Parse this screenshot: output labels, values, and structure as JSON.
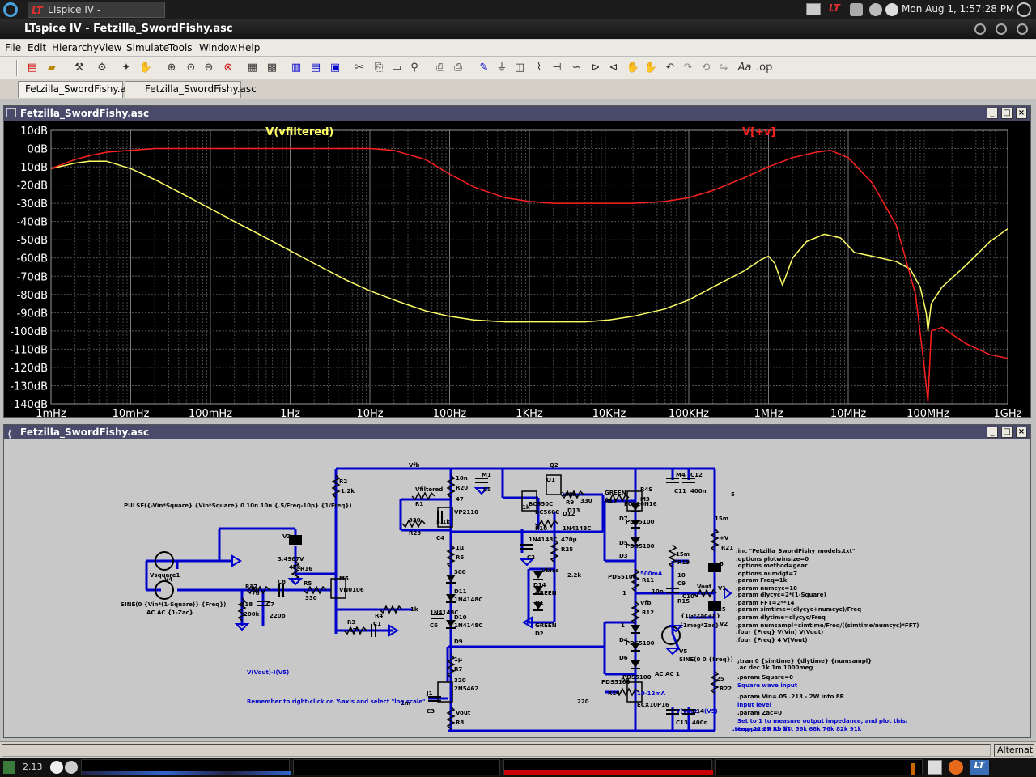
{
  "system": {
    "task_title": "LTspice IV - Fetzilla_Sw...",
    "clock": "Mon Aug  1,  1:57:28 PM",
    "load": "2.13"
  },
  "app": {
    "title": "LTspice IV - Fetzilla_SwordFishy.asc"
  },
  "menu": [
    "File",
    "Edit",
    "Hierarchy",
    "View",
    "Simulate",
    "Tools",
    "Window",
    "Help"
  ],
  "tabs": [
    "Fetzilla_SwordFishy.asc",
    "Fetzilla_SwordFishy.asc"
  ],
  "plot_window": {
    "title": "Fetzilla_SwordFishy.asc"
  },
  "schematic_window": {
    "title": "Fetzilla_SwordFishy.asc"
  },
  "status": {
    "right": "Alternat"
  },
  "colors": {
    "trace1": "#ffff66",
    "trace2": "#ff2020",
    "plot_bg": "#000000",
    "schematic_bg": "#c8c8c8",
    "wire": "#0000cc"
  },
  "chart_data": {
    "type": "line",
    "xscale": "log",
    "xlim": [
      0.001,
      1000000000
    ],
    "ylim": [
      -140,
      10
    ],
    "ylabel_unit": "dB",
    "yticks": [
      "10dB",
      "0dB",
      "-10dB",
      "-20dB",
      "-30dB",
      "-40dB",
      "-50dB",
      "-60dB",
      "-70dB",
      "-80dB",
      "-90dB",
      "-100dB",
      "-110dB",
      "-120dB",
      "-130dB",
      "-140dB"
    ],
    "xticks": [
      "1mHz",
      "10mHz",
      "100mHz",
      "1Hz",
      "10Hz",
      "100Hz",
      "1KHz",
      "10KHz",
      "100KHz",
      "1MHz",
      "10MHz",
      "100MHz",
      "1GHz"
    ],
    "series": [
      {
        "name": "V(vfiltered)",
        "color": "#ffff66",
        "x": [
          0.001,
          0.002,
          0.003,
          0.005,
          0.01,
          0.02,
          0.05,
          0.1,
          0.2,
          0.5,
          1,
          2,
          5,
          10,
          20,
          50,
          100,
          200,
          500,
          1000,
          2000,
          5000,
          10000,
          20000,
          50000,
          100000,
          200000,
          500000,
          800000,
          1000000,
          1200000,
          1500000,
          2000000,
          3000000,
          5000000,
          8000000,
          12000000,
          20000000,
          40000000,
          60000000,
          80000000,
          95000000,
          100000000,
          110000000,
          150000000,
          300000000,
          600000000,
          1000000000
        ],
        "y": [
          -11,
          -8,
          -7,
          -7,
          -11,
          -17,
          -26,
          -33,
          -40,
          -49,
          -56,
          -63,
          -72,
          -78,
          -83,
          -89,
          -92,
          -94,
          -95,
          -95,
          -95,
          -95,
          -94,
          -92,
          -88,
          -83,
          -76,
          -67,
          -61,
          -59,
          -63,
          -75,
          -60,
          -51,
          -47,
          -49,
          -57,
          -59,
          -62,
          -66,
          -76,
          -90,
          -100,
          -85,
          -76,
          -64,
          -51,
          -44
        ]
      },
      {
        "name": "V[+v]",
        "color": "#ff2020",
        "x": [
          0.001,
          0.002,
          0.003,
          0.005,
          0.01,
          0.02,
          0.05,
          0.1,
          0.3,
          1,
          3,
          10,
          20,
          50,
          100,
          200,
          500,
          1000,
          2000,
          5000,
          10000,
          20000,
          50000,
          100000,
          200000,
          500000,
          1000000,
          2000000,
          4000000,
          6000000,
          10000000,
          20000000,
          40000000,
          70000000,
          90000000,
          100000000,
          110000000,
          150000000,
          300000000,
          600000000,
          1000000000
        ],
        "y": [
          -11,
          -6,
          -4,
          -2,
          -1,
          0,
          0,
          0,
          0,
          0,
          0,
          0,
          -1,
          -6,
          -14,
          -21,
          -27,
          -29,
          -30,
          -30,
          -30,
          -30,
          -29,
          -27,
          -23,
          -16,
          -10,
          -5,
          -2,
          -1,
          -5,
          -19,
          -42,
          -80,
          -120,
          -139,
          -100,
          -98,
          -107,
          -113,
          -115
        ]
      }
    ]
  },
  "schematic": {
    "labels": [
      {
        "t": "PULSE({-Vin*Square} {Vin*Square} 0 10n 10n {.5/Freq-10p} {1/Freq})",
        "c": "k"
      },
      {
        "t": "Vsquare1",
        "c": "k"
      },
      {
        "t": "V4",
        "c": "k"
      },
      {
        "t": "SINE(0 {Vin*(1-Square)} {Freq})",
        "c": "k"
      },
      {
        "t": "AC AC {1-Zac}",
        "c": "k"
      },
      {
        "t": "V3",
        "c": "k"
      },
      {
        "t": "3.4967V",
        "c": "k"
      },
      {
        "t": "R16",
        "c": "k"
      },
      {
        "t": "47k",
        "c": "k"
      },
      {
        "t": "Vin",
        "c": "k"
      },
      {
        "t": "R17",
        "c": "k"
      },
      {
        "t": "75",
        "c": "k"
      },
      {
        "t": "R18",
        "c": "k"
      },
      {
        "t": "200k",
        "c": "k"
      },
      {
        "t": "C8",
        "c": "k"
      },
      {
        "t": "1",
        "c": "k"
      },
      {
        "t": "C7",
        "c": "k"
      },
      {
        "t": "220p",
        "c": "k"
      },
      {
        "t": "R5",
        "c": "k"
      },
      {
        "t": "330",
        "c": "k"
      },
      {
        "t": "M5",
        "c": "k"
      },
      {
        "t": "VN0106",
        "c": "k"
      },
      {
        "t": "R2",
        "c": "k"
      },
      {
        "t": "1.2k",
        "c": "k"
      },
      {
        "t": "R3",
        "c": "k"
      },
      {
        "t": "47",
        "c": "k"
      },
      {
        "t": "C1",
        "c": "k"
      },
      {
        "t": "R4",
        "c": "k"
      },
      {
        "t": "1k",
        "c": "k"
      },
      {
        "t": "Vfb",
        "c": "k"
      },
      {
        "t": "Vfiltered",
        "c": "k"
      },
      {
        "t": "R1",
        "c": "k"
      },
      {
        "t": "330",
        "c": "k"
      },
      {
        "t": "R23",
        "c": "k"
      },
      {
        "t": "5.1k",
        "c": "k"
      },
      {
        "t": "C4",
        "c": "k"
      },
      {
        "t": "10n",
        "c": "k"
      },
      {
        "t": "R20",
        "c": "k"
      },
      {
        "t": "47",
        "c": "k"
      },
      {
        "t": "VP2110",
        "c": "k"
      },
      {
        "t": "M1",
        "c": "k"
      },
      {
        "t": "C5",
        "c": "k"
      },
      {
        "t": "1µ",
        "c": "k"
      },
      {
        "t": "R6",
        "c": "k"
      },
      {
        "t": "300",
        "c": "k"
      },
      {
        "t": "D11",
        "c": "k"
      },
      {
        "t": "1N4148C",
        "c": "k"
      },
      {
        "t": "D10",
        "c": "k"
      },
      {
        "t": "1N4148C",
        "c": "k"
      },
      {
        "t": "D9",
        "c": "k"
      },
      {
        "t": "1N4148C",
        "c": "k"
      },
      {
        "t": "C6",
        "c": "k"
      },
      {
        "t": "1µ",
        "c": "k"
      },
      {
        "t": "R7",
        "c": "k"
      },
      {
        "t": "320",
        "c": "k"
      },
      {
        "t": "2N5462",
        "c": "k"
      },
      {
        "t": "J1",
        "c": "k"
      },
      {
        "t": "C3",
        "c": "k"
      },
      {
        "t": "1m",
        "c": "k"
      },
      {
        "t": "Vout",
        "c": "k"
      },
      {
        "t": "R8",
        "c": "k"
      },
      {
        "t": "1k",
        "c": "k"
      },
      {
        "t": "BC550C",
        "c": "k"
      },
      {
        "t": "Q1",
        "c": "k"
      },
      {
        "t": "Q2",
        "c": "k"
      },
      {
        "t": "BC560C",
        "c": "k"
      },
      {
        "t": "R10",
        "c": "k"
      },
      {
        "t": "100k",
        "c": "k"
      },
      {
        "t": "R9",
        "c": "k"
      },
      {
        "t": "330",
        "c": "k"
      },
      {
        "t": "D12",
        "c": "k"
      },
      {
        "t": "D13",
        "c": "k"
      },
      {
        "t": "1N4148C",
        "c": "k"
      },
      {
        "t": "1N4148C",
        "c": "k"
      },
      {
        "t": "C2",
        "c": "k"
      },
      {
        "t": "470µ",
        "c": "k"
      },
      {
        "t": "R25",
        "c": "k"
      },
      {
        "t": "2.2k",
        "c": "k"
      },
      {
        "t": "Vbias",
        "c": "k"
      },
      {
        "t": "D14",
        "c": "k"
      },
      {
        "t": "GREEN",
        "c": "k"
      },
      {
        "t": "D1",
        "c": "k"
      },
      {
        "t": "GREEN",
        "c": "k"
      },
      {
        "t": "D2",
        "c": "k"
      },
      {
        "t": "GREEN",
        "c": "k"
      },
      {
        "t": "R13",
        "c": "k"
      },
      {
        "t": "R4S",
        "c": "k"
      },
      {
        "t": "M3",
        "c": "k"
      },
      {
        "t": "ECX10N16",
        "c": "k"
      },
      {
        "t": "D7",
        "c": "k"
      },
      {
        "t": "PDS5100",
        "c": "k"
      },
      {
        "t": "D5",
        "c": "k"
      },
      {
        "t": "PDS5100",
        "c": "k"
      },
      {
        "t": "D3",
        "c": "k"
      },
      {
        "t": "PDS5100",
        "c": "k"
      },
      {
        "t": "500mA",
        "c": "b"
      },
      {
        "t": "R11",
        "c": "k"
      },
      {
        "t": "1",
        "c": "k"
      },
      {
        "t": "Vfb",
        "c": "k"
      },
      {
        "t": "R12",
        "c": "k"
      },
      {
        "t": "1",
        "c": "k"
      },
      {
        "t": "D4",
        "c": "k"
      },
      {
        "t": "PDS5100",
        "c": "k"
      },
      {
        "t": "D6",
        "c": "k"
      },
      {
        "t": "PDS5100",
        "c": "k"
      },
      {
        "t": "D8",
        "c": "k"
      },
      {
        "t": "PDS5100",
        "c": "k"
      },
      {
        "t": "R14",
        "c": "k"
      },
      {
        "t": "220",
        "c": "k"
      },
      {
        "t": "10-12mA",
        "c": "b"
      },
      {
        "t": "ECX10P16",
        "c": "k"
      },
      {
        "t": "M4",
        "c": "k"
      },
      {
        "t": "C12",
        "c": "k"
      },
      {
        "t": "C11",
        "c": "k"
      },
      {
        "t": "400n",
        "c": "k"
      },
      {
        "t": "15m",
        "c": "k"
      },
      {
        "t": "R19",
        "c": "k"
      },
      {
        "t": "10",
        "c": "k"
      },
      {
        "t": "C9",
        "c": "k"
      },
      {
        "t": "10n",
        "c": "k"
      },
      {
        "t": "Vout",
        "c": "k"
      },
      {
        "t": "R15",
        "c": "k"
      },
      {
        "t": "C10",
        "c": "k"
      },
      {
        "t": "{1G*Zac+8}",
        "c": "k"
      },
      {
        "t": "{1meg*Zac}",
        "c": "k"
      },
      {
        "t": "V5",
        "c": "k"
      },
      {
        "t": "SINE(0 0 {Freq})",
        "c": "k"
      },
      {
        "t": "AC AC 1",
        "c": "k"
      },
      {
        "t": "V(vout)-I(V5)",
        "c": "b"
      },
      {
        "t": "C14",
        "c": "k"
      },
      {
        "t": "C13",
        "c": "k"
      },
      {
        "t": "400n",
        "c": "k"
      },
      {
        "t": "15m",
        "c": "k"
      },
      {
        "t": "+V",
        "c": "k"
      },
      {
        "t": "R21",
        "c": "k"
      },
      {
        "t": "5",
        "c": "k"
      },
      {
        "t": "V1",
        "c": "k"
      },
      {
        "t": "25",
        "c": "k"
      },
      {
        "t": "V2",
        "c": "k"
      },
      {
        "t": "25",
        "c": "k"
      },
      {
        "t": "R22",
        "c": "k"
      },
      {
        "t": "5",
        "c": "k"
      },
      {
        "t": ".inc \"Fetzilla_SwordFishy_models.txt\"",
        "c": "k"
      },
      {
        "t": ".options plotwinsize=0",
        "c": "k"
      },
      {
        "t": ".options method=gear",
        "c": "k"
      },
      {
        "t": ".options numdgt=7",
        "c": "k"
      },
      {
        "t": ".param Freq=1k",
        "c": "k"
      },
      {
        "t": ".param numcyc=10",
        "c": "k"
      },
      {
        "t": ".param dlycyc=2*(1-Square)",
        "c": "k"
      },
      {
        "t": ".param FFT=2**14",
        "c": "k"
      },
      {
        "t": ".param simtime=(dlycyc+numcyc)/Freq",
        "c": "k"
      },
      {
        "t": ".param dlytime=dlycyc/Freq",
        "c": "k"
      },
      {
        "t": ".param numsampl=simtime/Freq/((simtime/numcyc)*FFT)",
        "c": "k"
      },
      {
        "t": ".four {Freq} V(Vin) V(Vout)",
        "c": "k"
      },
      {
        "t": ".four {Freq} 4 V(Vout)",
        "c": "k"
      },
      {
        "t": ";tran 0 {simtime} {dlytime} {numsampl}",
        "c": "k"
      },
      {
        "t": ".ac dec 1k 1m 1000meg",
        "c": "k"
      },
      {
        "t": ".param Square=0",
        "c": "k"
      },
      {
        "t": "Square wave input",
        "c": "b"
      },
      {
        "t": ".param Vin=.05    .213 - 2W into 8R",
        "c": "k"
      },
      {
        "t": "input level",
        "c": "b"
      },
      {
        "t": ".param Zac=0",
        "c": "k"
      },
      {
        "t": "Set to 1 to measure output impedance, and plot this:",
        "c": "b"
      },
      {
        "t": "V(Vout)-I(V5)",
        "c": "b"
      },
      {
        "t": "Remember to right-click on Y-axis and select \"log scale\"",
        "c": "b"
      },
      {
        "t": ".temp 22 27 32 37",
        "c": "b"
      },
      {
        "t": ".step param  Rb list 56k 68k 76k 82k 91k",
        "c": "b"
      }
    ]
  }
}
